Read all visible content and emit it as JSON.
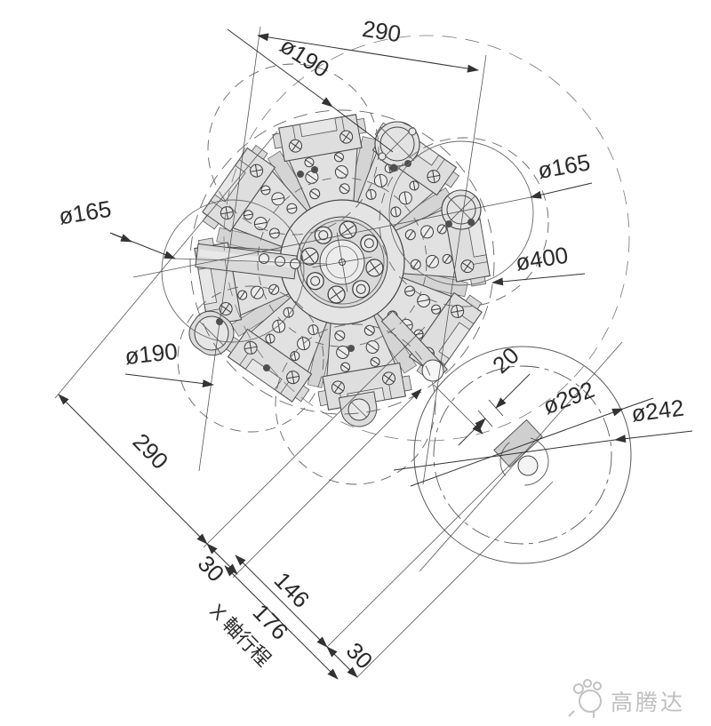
{
  "drawing": {
    "dims": {
      "top_width": "290",
      "top_pitch_dia": "ø190",
      "right_tool_dia": "ø165",
      "disc_dia": "ø400",
      "left_tool_dia": "ø165",
      "left_pitch_dia": "ø190",
      "offset_20": "20",
      "dia_292": "ø292",
      "dia_242": "ø242",
      "stack_290": "290",
      "stack_30_upper": "30",
      "stack_146": "146",
      "stack_176": "176",
      "stack_30_lower": "30",
      "x_travel_label": "X 軸行程"
    },
    "watermark": {
      "brand": "高腾达"
    }
  }
}
